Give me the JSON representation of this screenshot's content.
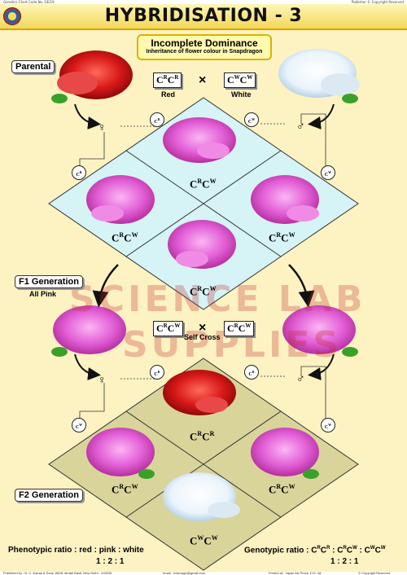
{
  "top_strip": {
    "left": "Genetics Chart Code No. GE/19",
    "right": "Publisher © Copyright Reserved"
  },
  "title": "HYBRIDISATION - 3",
  "header_box": {
    "title": "Incomplete Dominance",
    "subtitle": "Inheritance of flower colour in Snapdragon"
  },
  "labels": {
    "parental": "Parental",
    "f1": "F1 Generation",
    "f1_sub": "All Pink",
    "f2": "F2 Generation",
    "self_cross": "Self Cross"
  },
  "parent_genotypes": {
    "red_a": "C",
    "red_a_sup": "R",
    "red_b": "C",
    "red_b_sup": "R",
    "white_a": "C",
    "white_a_sup": "W",
    "white_b": "C",
    "white_b_sup": "W",
    "cross": "×",
    "red_label": "Red",
    "white_label": "White"
  },
  "f1_genotypes": {
    "left_a": "C",
    "left_a_sup": "R",
    "left_b": "C",
    "left_b_sup": "W",
    "right_a": "C",
    "right_a_sup": "R",
    "right_b": "C",
    "right_b_sup": "W",
    "cross": "×"
  },
  "gametes": {
    "female_symbol": "♀",
    "male_symbol": "♂",
    "top1": "C",
    "top1_sup": "R",
    "top2": "C",
    "top2_sup": "W",
    "left1": "C",
    "left1_sup": "R",
    "right1": "C",
    "right1_sup": "W",
    "b_top1": "C",
    "b_top1_sup": "R",
    "b_top2": "C",
    "b_top2_sup": "R",
    "b_left1": "C",
    "b_left1_sup": "W",
    "b_right1": "C",
    "b_right1_sup": "W"
  },
  "grid1": [
    {
      "a": "C",
      "as": "R",
      "b": "C",
      "bs": "W"
    },
    {
      "a": "C",
      "as": "R",
      "b": "C",
      "bs": "W"
    },
    {
      "a": "C",
      "as": "R",
      "b": "C",
      "bs": "W"
    },
    {
      "a": "C",
      "as": "R",
      "b": "C",
      "bs": "W"
    }
  ],
  "grid2": [
    {
      "a": "C",
      "as": "R",
      "b": "C",
      "bs": "R"
    },
    {
      "a": "C",
      "as": "R",
      "b": "C",
      "bs": "W"
    },
    {
      "a": "C",
      "as": "R",
      "b": "C",
      "bs": "W"
    },
    {
      "a": "C",
      "as": "W",
      "b": "C",
      "bs": "W"
    }
  ],
  "phenotypic": {
    "label": "Phenotypic ratio",
    "terms": ": red : pink : white",
    "nums": "1 : 2 : 1"
  },
  "genotypic": {
    "label": "Genotypic ratio",
    "t1": "C",
    "t1s": "R",
    "t1b": "C",
    "t1bs": "R",
    "t2": "C",
    "t2s": "R",
    "t2b": "C",
    "t2bs": "W",
    "t3": "C",
    "t3s": "W",
    "t3b": "C",
    "t3bs": "W",
    "nums": "1 : 2 : 1"
  },
  "watermark": {
    "line1": "SCIENCE LAB",
    "line2": "SUPPLIES"
  },
  "footer": {
    "left": "Published by : N. C. Kamal & Sons, 8606, Model Basti, New Delhi - 110005",
    "mid": "email : nckmagic@gmail.com",
    "right1": "Printed at : Japan Art Press, H.D. 48",
    "right2": "© Copyright Reserved"
  },
  "colors": {
    "grid1_fill": "#d6f3f6",
    "grid2_fill": "#d9d49a",
    "flower_pink": "#e25fd6",
    "flower_red": "#d81818",
    "flower_white": "#f2f8fc"
  }
}
